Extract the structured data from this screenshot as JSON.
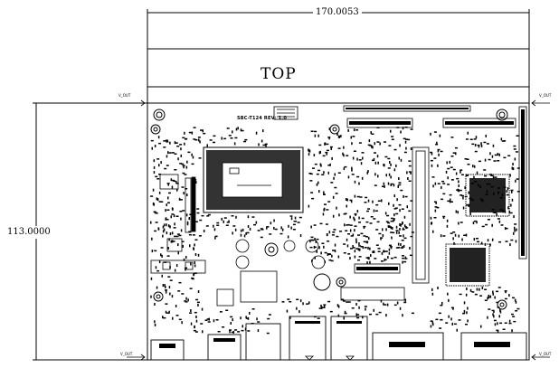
{
  "drawing": {
    "view_label": "TOP",
    "width_dimension": "170.0053",
    "height_dimension": "113.0000",
    "board_label": "SBC-T124 REV: 1.0"
  },
  "markers": {
    "top_left": "V_OUT",
    "top_right": "V_OUT",
    "bottom_left": "V_OUT",
    "bottom_right": "V_OUT"
  }
}
